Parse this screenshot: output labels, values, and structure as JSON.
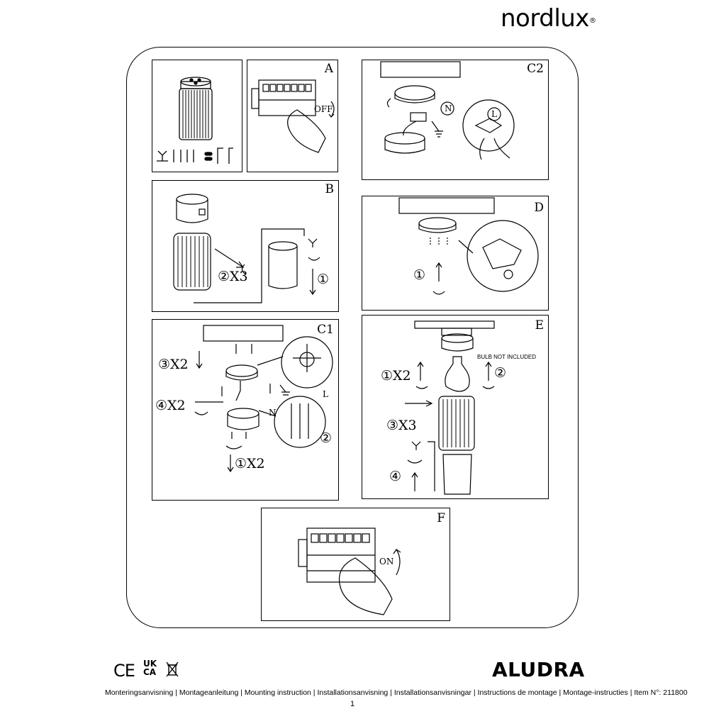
{
  "brand": {
    "logo_text": "nordlux",
    "logo_mark": "®"
  },
  "panels": {
    "contents": {
      "label": ""
    },
    "A": {
      "label": "A",
      "switch_text": "OFF"
    },
    "C2": {
      "label": "C2",
      "n": "N",
      "l": "L"
    },
    "B": {
      "label": "B",
      "step1": "①",
      "step2": "②X3"
    },
    "D": {
      "label": "D",
      "step1": "①"
    },
    "C1": {
      "label": "C1",
      "step1": "①X2",
      "step2": "②",
      "step3": "③X2",
      "step4": "④X2",
      "n": "N",
      "l": "L"
    },
    "E": {
      "label": "E",
      "bulb_note": "BULB NOT INCLUDED",
      "step1": "①X2",
      "step2": "②",
      "step3": "③X3",
      "step4": "④"
    },
    "F": {
      "label": "F",
      "switch_text": "ON"
    }
  },
  "certifications": [
    "CE",
    "UK CA",
    "WEEE"
  ],
  "product_name": "ALUDRA",
  "footer_text": "Monteringsanvisning | Montageanleitung | Mounting instruction | Installationsanvisning | Installationsanvisningar | Instructions de montage | Montage-instructies  | Item N°: 211800",
  "page_number": "1"
}
